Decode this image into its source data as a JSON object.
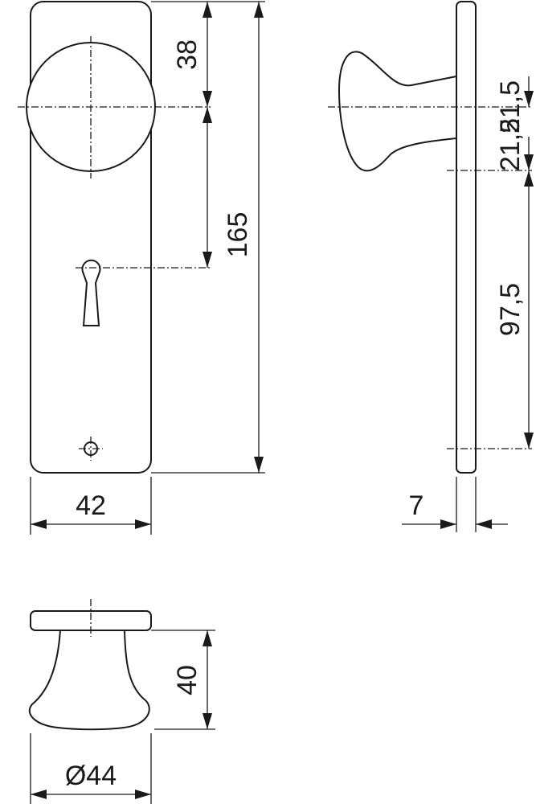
{
  "drawing": {
    "title": "",
    "dimensions": {
      "plate_width": "42",
      "plate_height": "165",
      "knob_to_plate_top": "38",
      "side_knob_to_centre": "21,5",
      "centre_to_keyhole": "21,5",
      "keyhole_to_screw": "97,5",
      "plate_thickness": "7",
      "knob_projection": "40",
      "knob_diameter": "Ø44"
    },
    "colors": {
      "line": "#1a1a1a",
      "background": "#ffffff"
    }
  }
}
